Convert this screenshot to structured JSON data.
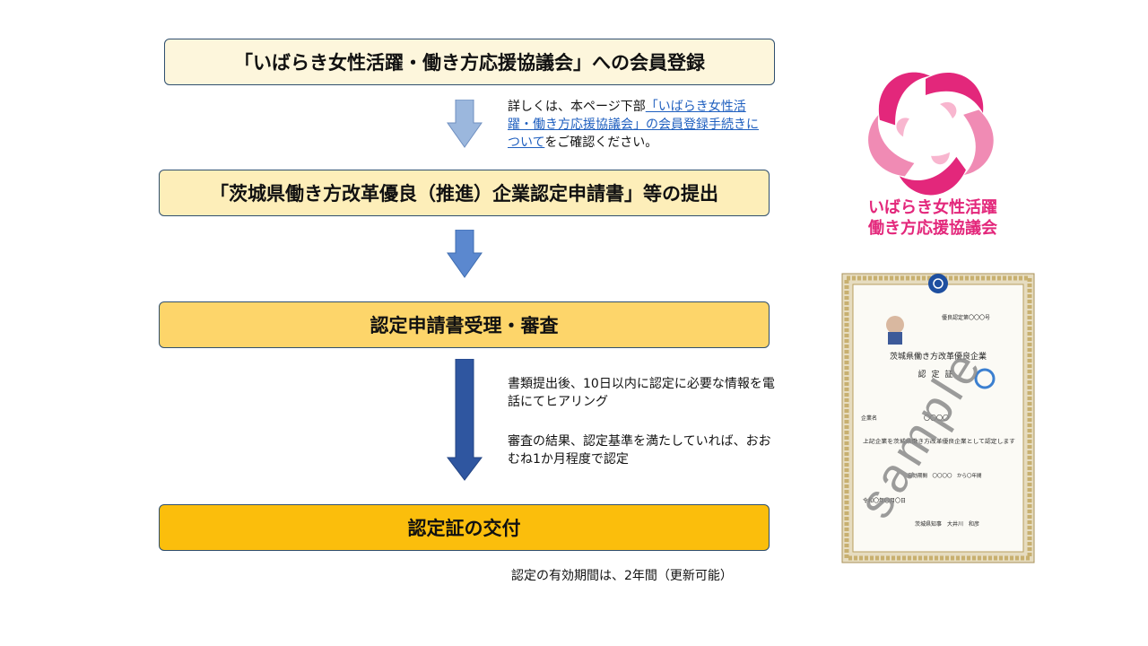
{
  "steps": {
    "step1": "「いばらき女性活躍・働き方応援協議会」への会員登録",
    "step2": "「茨城県働き方改革優良（推進）企業認定申請書」等の提出",
    "step3": "認定申請書受理・審査",
    "step4": "認定証の交付"
  },
  "notes": {
    "details_prefix": "詳しくは、本ページ下部",
    "details_link": "「いばらき女性活躍・働き方応援協議会」の会員登録手続きについて",
    "details_suffix": "をご確認ください。",
    "hearing": "書類提出後、10日以内に認定に必要な情報を電話にてヒアリング",
    "result": "審査の結果、認定基準を満たしていれば、おおむね1か月程度で認定",
    "validity": "認定の有効期間は、2年間（更新可能）"
  },
  "logo": {
    "line1": "いばらき女性活躍",
    "line2": "働き方応援協議会"
  },
  "certificate": {
    "number": "優良認定第〇〇〇号",
    "company_type": "茨城県働き方改革優良企業",
    "title": "認定証",
    "company_label": "企業名",
    "company_value": "〇〇〇〇",
    "body": "上記企業を茨城県働き方改革優良企業として認定します",
    "period": "有効期間　〇〇〇〇　から〇年間",
    "date": "令和〇年〇月〇日",
    "signer": "茨城県知事　大井川　和彦",
    "watermark": "sample"
  },
  "colors": {
    "arrow_light": "#9bb7dd",
    "arrow_mid": "#5b88cf",
    "arrow_dark": "#2f56a0",
    "logo_pink": "#e3277b",
    "frame_gold": "#c8b070"
  }
}
